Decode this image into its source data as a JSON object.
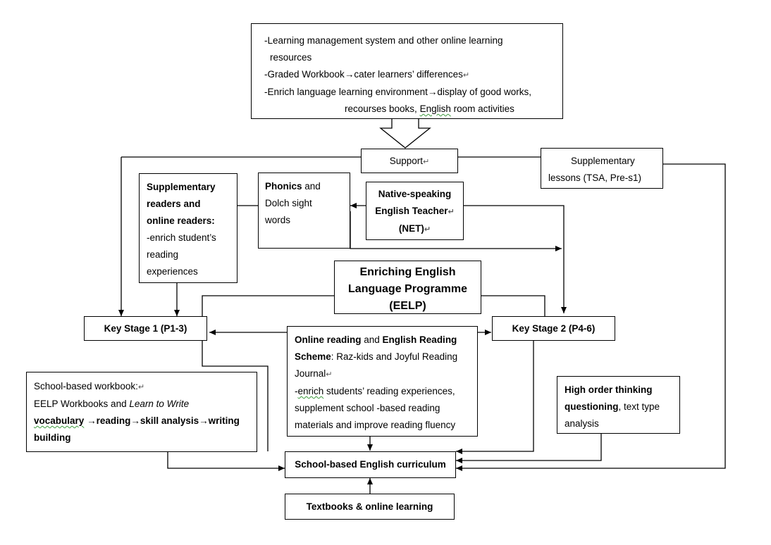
{
  "colors": {
    "line": "#000000",
    "box_border": "#000000",
    "background": "#ffffff"
  },
  "resources_box": {
    "line1": "-Learning management system and other online learning",
    "line2": "resources",
    "line3a": "-Graded Workbook",
    "line3b": "cater learners’ differences",
    "line4a": "-Enrich language learning environment",
    "line4b": "display of good works,",
    "line5a": "recourses books, ",
    "line5b": "English",
    "line5c": " room activities"
  },
  "support": {
    "label": "Support"
  },
  "supplementary_lessons": {
    "line1": "Supplementary",
    "line2": "lessons (TSA, Pre-s1)"
  },
  "readers_box": {
    "title1": "Supplementary",
    "title2": "readers and",
    "title3": "online readers:",
    "line1": "-enrich student’s",
    "line2": "reading",
    "line3": "experiences"
  },
  "phonics_box": {
    "bold": "Phonics",
    "line1_rest": " and",
    "line2": "Dolch sight",
    "line3": "words"
  },
  "net_box": {
    "line1": "Native-speaking",
    "line2": "English Teacher",
    "line3": "(NET)"
  },
  "eelp_box": {
    "line1": "Enriching English",
    "line2": "Language Programme",
    "line3": "(EELP)"
  },
  "key_stage_1": {
    "label": "Key Stage 1 (P1-3)"
  },
  "key_stage_2": {
    "label": "Key Stage 2 (P4-6)"
  },
  "online_reading_box": {
    "b1": "Online reading",
    "t1": " and ",
    "b2": "English Reading",
    "b3": "Scheme",
    "t2": ": Raz-kids and Joyful Reading",
    "line3": "Journal",
    "line4a": "-",
    "line4b": "enrich",
    "line4c": " students’ reading experiences,",
    "line5": "supplement school -based reading",
    "line6": "materials and improve reading fluency"
  },
  "workbook_box": {
    "line1": "School-based workbook:",
    "line2a": "EELP Workbooks and ",
    "line2b": "Learn to Write",
    "w1": "vocabulary",
    "w2": "reading",
    "w3": "skill analysis",
    "w4": "writing",
    "w5": "building"
  },
  "hot_box": {
    "bold1": "High order thinking",
    "bold2": "questioning",
    "rest": ", text type",
    "line3": "analysis"
  },
  "curriculum": {
    "label": "School-based English curriculum"
  },
  "textbooks": {
    "label": "Textbooks & online learning"
  },
  "symbols": {
    "arrow": "→",
    "return_mark": "↵"
  }
}
